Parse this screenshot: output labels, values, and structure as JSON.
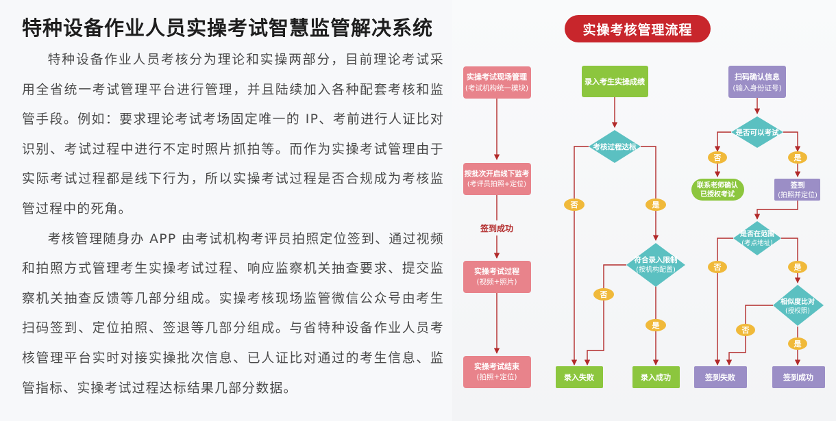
{
  "title": "特种设备作业人员实操考试智慧监管解决系统",
  "paragraphs": [
    "特种设备作业人员考核分为理论和实操两部分，目前理论考试采用全省统一考试管理平台进行管理，并且陆续加入各种配套考核和监管手段。例如：要求理论考试考场固定唯一的 IP、考前进行人证比对识别、考试过程中进行不定时照片抓拍等。而作为实操考试管理由于实际考试过程都是线下行为，所以实操考试过程是否合规成为考核监管过程中的死角。",
    "考核管理随身办 APP 由考试机构考评员拍照定位签到、通过视频和拍照方式管理考生实操考试过程、响应监察机关抽查要求、提交监察机关抽查反馈等几部分组成。实操考核现场监管微信公众号由考生扫码签到、定位拍照、签退等几部分组成。与省特种设备作业人员考核管理平台实时对接实操批次信息、已人证比对通过的考生信息、监管指标、实操考试过程达标结果几部分数据。"
  ],
  "flowchart": {
    "title": "实操考核管理流程",
    "left_column": {
      "step1": [
        "实操考试现场管理",
        "(考试机构统一模块)"
      ],
      "step2": [
        "按批次开启线下监考",
        "(考评员拍照+定位)"
      ],
      "edge_label": "签到成功",
      "step3": [
        "实操考试过程",
        "(视频+照片)"
      ],
      "step4": [
        "实操考试结束",
        "(拍照+定位)"
      ]
    },
    "middle_column": {
      "start": "录入考生实操成绩",
      "decision1": "考核过程达标",
      "decision2": [
        "符合录入限制",
        "(按机构配置)"
      ],
      "fail": "录入失败",
      "success": "录入成功"
    },
    "right_column": {
      "start": [
        "扫码确认信息",
        "(输入身份证号)"
      ],
      "decision1": "是否可以考试",
      "contact": [
        "联系老师确认",
        "已授权考试"
      ],
      "signin": [
        "签到",
        "(拍照并定位)"
      ],
      "decision2": [
        "是否在范围",
        "(考点地址)"
      ],
      "decision3": [
        "相似度比对",
        "(授权照)"
      ],
      "fail": "签到失败",
      "success": "签到成功"
    },
    "labels": {
      "yes": "是",
      "no": "否"
    }
  },
  "colors": {
    "brand_red": "#c8262c",
    "pink_box": "#e8838b",
    "green_box": "#8cc63e",
    "teal_diamond": "#5bc0c1",
    "purple_box": "#9b8ec6",
    "yellow_label": "#f0b93a",
    "connector": "#b22a2a"
  }
}
